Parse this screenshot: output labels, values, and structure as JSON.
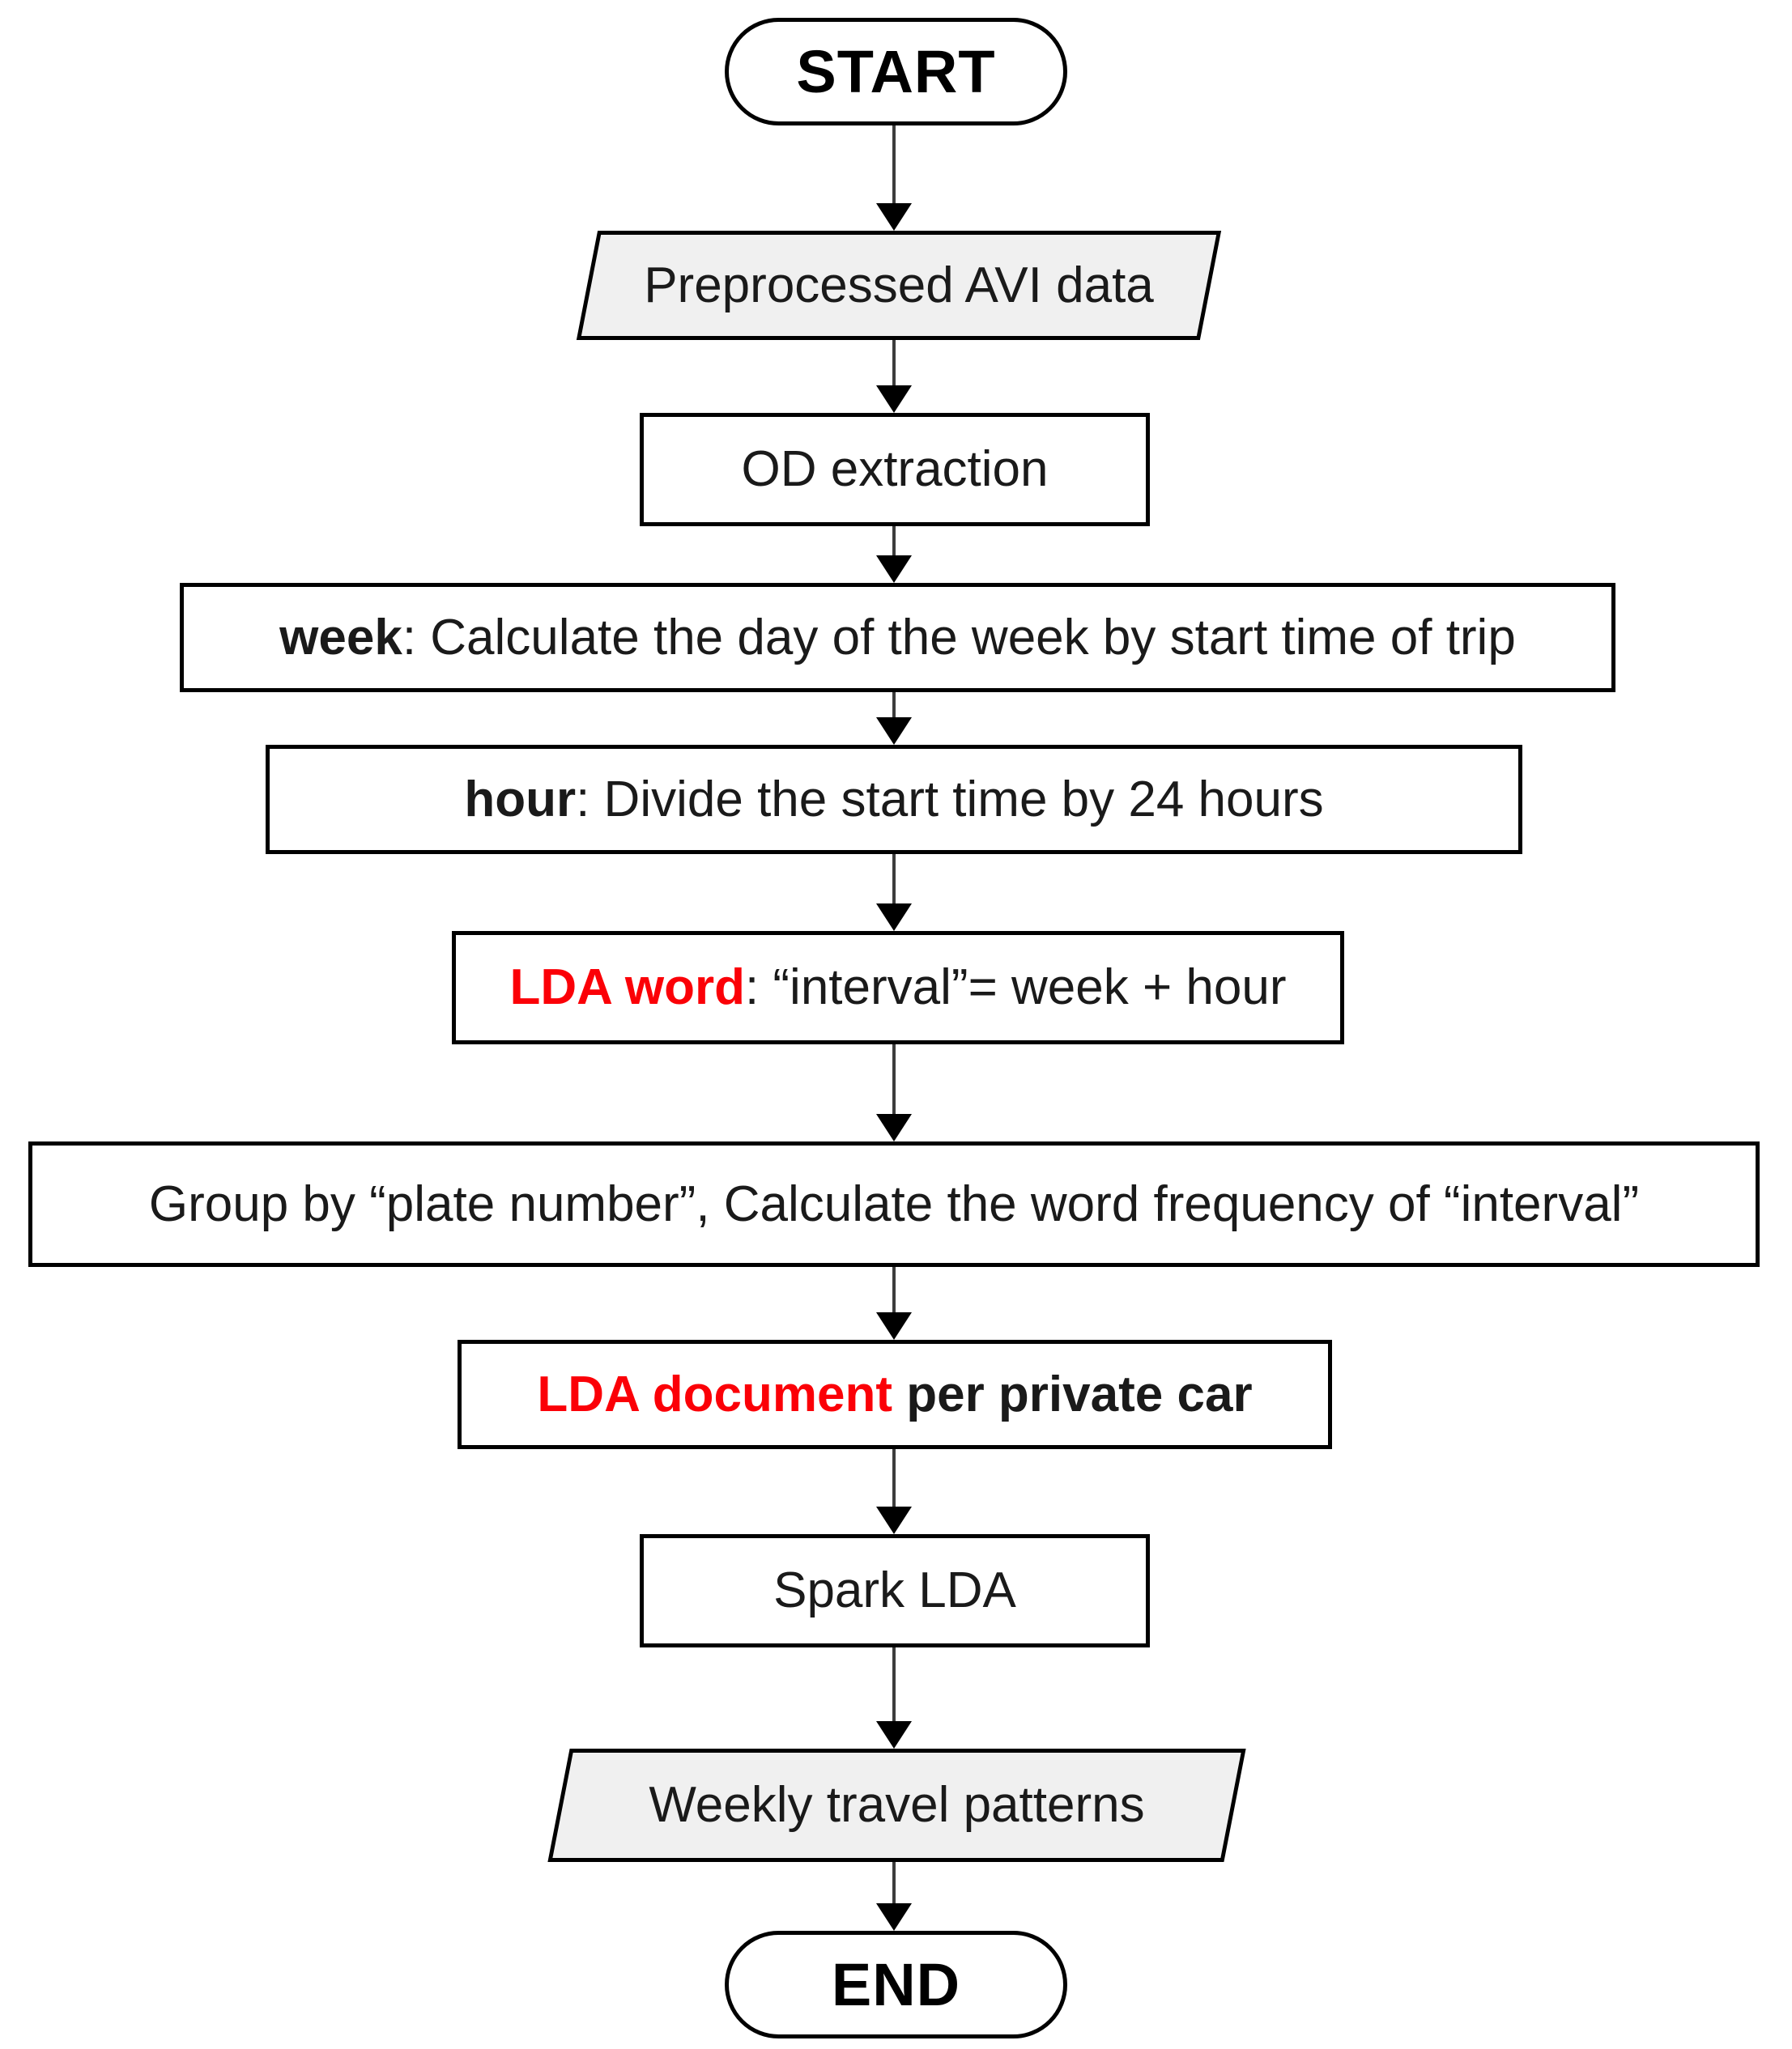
{
  "diagram": {
    "title": "LDA-based weekly travel pattern extraction flowchart",
    "accent_red": "#fb0007",
    "fill_gray": "#f0f0f0",
    "line_color": "#000000",
    "nodes": [
      {
        "id": "start",
        "type": "terminator",
        "label": "START"
      },
      {
        "id": "avi-data",
        "type": "data",
        "label": "Preprocessed AVI data"
      },
      {
        "id": "od",
        "type": "process",
        "label": "OD extraction"
      },
      {
        "id": "week",
        "type": "process",
        "label_bold": "week",
        "label_rest": ": Calculate the day of the week by start time of trip"
      },
      {
        "id": "hour",
        "type": "process",
        "label_bold": "hour",
        "label_rest": ":  Divide the start time by 24 hours"
      },
      {
        "id": "lda-word",
        "type": "process",
        "label_red": "LDA word",
        "label_rest": ": “interval”= week + hour"
      },
      {
        "id": "group-by",
        "type": "process",
        "label": "Group by “plate number”, Calculate the word frequency of “interval”"
      },
      {
        "id": "lda-document",
        "type": "process",
        "label_red": "LDA document",
        "label_rest": " per private car"
      },
      {
        "id": "spark-lda",
        "type": "process",
        "label": "Spark LDA"
      },
      {
        "id": "patterns",
        "type": "data",
        "label": "Weekly travel patterns"
      },
      {
        "id": "end",
        "type": "terminator",
        "label": "END"
      }
    ],
    "edges": [
      {
        "from": "start",
        "to": "avi-data"
      },
      {
        "from": "avi-data",
        "to": "od"
      },
      {
        "from": "od",
        "to": "week"
      },
      {
        "from": "week",
        "to": "hour"
      },
      {
        "from": "hour",
        "to": "lda-word"
      },
      {
        "from": "lda-word",
        "to": "group-by"
      },
      {
        "from": "group-by",
        "to": "lda-document"
      },
      {
        "from": "lda-document",
        "to": "spark-lda"
      },
      {
        "from": "spark-lda",
        "to": "patterns"
      },
      {
        "from": "patterns",
        "to": "end"
      }
    ]
  }
}
